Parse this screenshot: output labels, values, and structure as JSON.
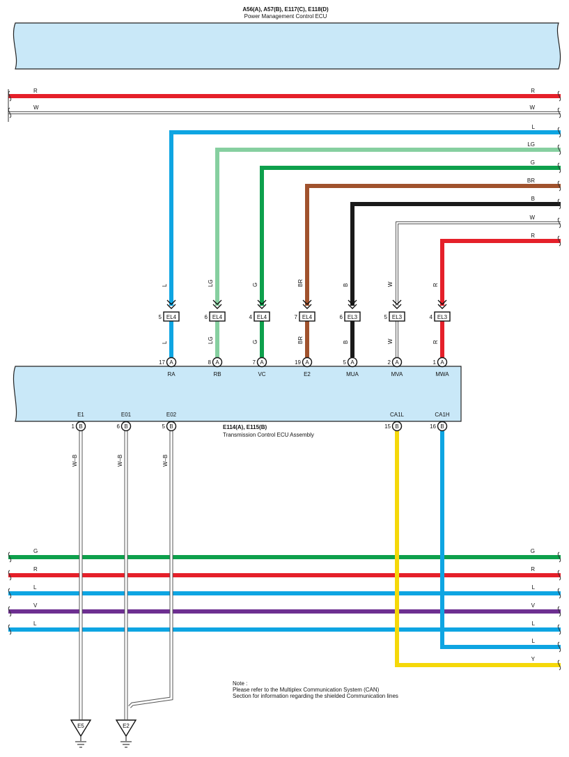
{
  "colors": {
    "R": "#e5202a",
    "W": "#ffffff",
    "L": "#0ea5e2",
    "LG": "#86cfa0",
    "G": "#0ea04c",
    "BR": "#a0522d",
    "B": "#1a1a1a",
    "Y": "#f5d80a",
    "V": "#6d2f91",
    "W-B": "#ffffff",
    "ecu_fill": "#c9e8f8"
  },
  "top_ecu": {
    "title": "A56(A), A57(B), E117(C), E118(D)",
    "subtitle": "Power Management Control ECU"
  },
  "bottom_ecu": {
    "title": "E114(A), E115(B)",
    "subtitle": "Transmission Control ECU Assembly"
  },
  "top_bus": [
    {
      "color": "R",
      "left_label": "R",
      "right_label": "R"
    },
    {
      "color": "W",
      "left_label": "W",
      "right_label": "W"
    }
  ],
  "upper_wires": [
    {
      "color": "L",
      "right_label": "L",
      "vert_label_top": "L",
      "vert_label_bottom": "L",
      "connector": "EL4",
      "connector_pin": "5",
      "ecu_pin": "17",
      "ecu_conn": "A",
      "terminal": "RA"
    },
    {
      "color": "LG",
      "right_label": "LG",
      "vert_label_top": "LG",
      "vert_label_bottom": "LG",
      "connector": "EL4",
      "connector_pin": "6",
      "ecu_pin": "8",
      "ecu_conn": "A",
      "terminal": "RB"
    },
    {
      "color": "G",
      "right_label": "G",
      "vert_label_top": "G",
      "vert_label_bottom": "G",
      "connector": "EL4",
      "connector_pin": "4",
      "ecu_pin": "7",
      "ecu_conn": "A",
      "terminal": "VC"
    },
    {
      "color": "BR",
      "right_label": "BR",
      "vert_label_top": "BR",
      "vert_label_bottom": "BR",
      "connector": "EL4",
      "connector_pin": "7",
      "ecu_pin": "19",
      "ecu_conn": "A",
      "terminal": "E2"
    },
    {
      "color": "B",
      "right_label": "B",
      "vert_label_top": "B",
      "vert_label_bottom": "B",
      "connector": "EL3",
      "connector_pin": "6",
      "ecu_pin": "5",
      "ecu_conn": "A",
      "terminal": "MUA"
    },
    {
      "color": "W",
      "right_label": "W",
      "vert_label_top": "W",
      "vert_label_bottom": "W",
      "connector": "EL3",
      "connector_pin": "5",
      "ecu_pin": "2",
      "ecu_conn": "A",
      "terminal": "MVA"
    },
    {
      "color": "R",
      "right_label": "R",
      "vert_label_top": "R",
      "vert_label_bottom": "R",
      "connector": "EL3",
      "connector_pin": "4",
      "ecu_pin": "1",
      "ecu_conn": "A",
      "terminal": "MWA"
    }
  ],
  "ground_pins": [
    {
      "terminal": "E1",
      "pin": "1",
      "conn": "B",
      "wire_label": "W–B",
      "ground": "E5"
    },
    {
      "terminal": "E01",
      "pin": "6",
      "conn": "B",
      "wire_label": "W–B",
      "ground": "E2"
    },
    {
      "terminal": "E02",
      "pin": "5",
      "conn": "B",
      "wire_label": "W–B",
      "ground": "E2"
    }
  ],
  "can_pins": [
    {
      "terminal": "CA1L",
      "pin": "15",
      "conn": "B",
      "color": "Y",
      "right_label": "Y"
    },
    {
      "terminal": "CA1H",
      "pin": "16",
      "conn": "B",
      "color": "L",
      "right_label": "L"
    }
  ],
  "bottom_bus": [
    {
      "color": "G",
      "left_label": "G",
      "right_label": "G"
    },
    {
      "color": "R",
      "left_label": "R",
      "right_label": "R"
    },
    {
      "color": "L",
      "left_label": "L",
      "right_label": "L"
    },
    {
      "color": "V",
      "left_label": "V",
      "right_label": "V"
    },
    {
      "color": "L",
      "left_label": "L",
      "right_label": "L"
    }
  ],
  "note": {
    "line1": "Note :",
    "line2": "Please refer to the Multiplex Communication System (CAN)",
    "line3": "Section for information regarding the shielded Communication lines"
  }
}
